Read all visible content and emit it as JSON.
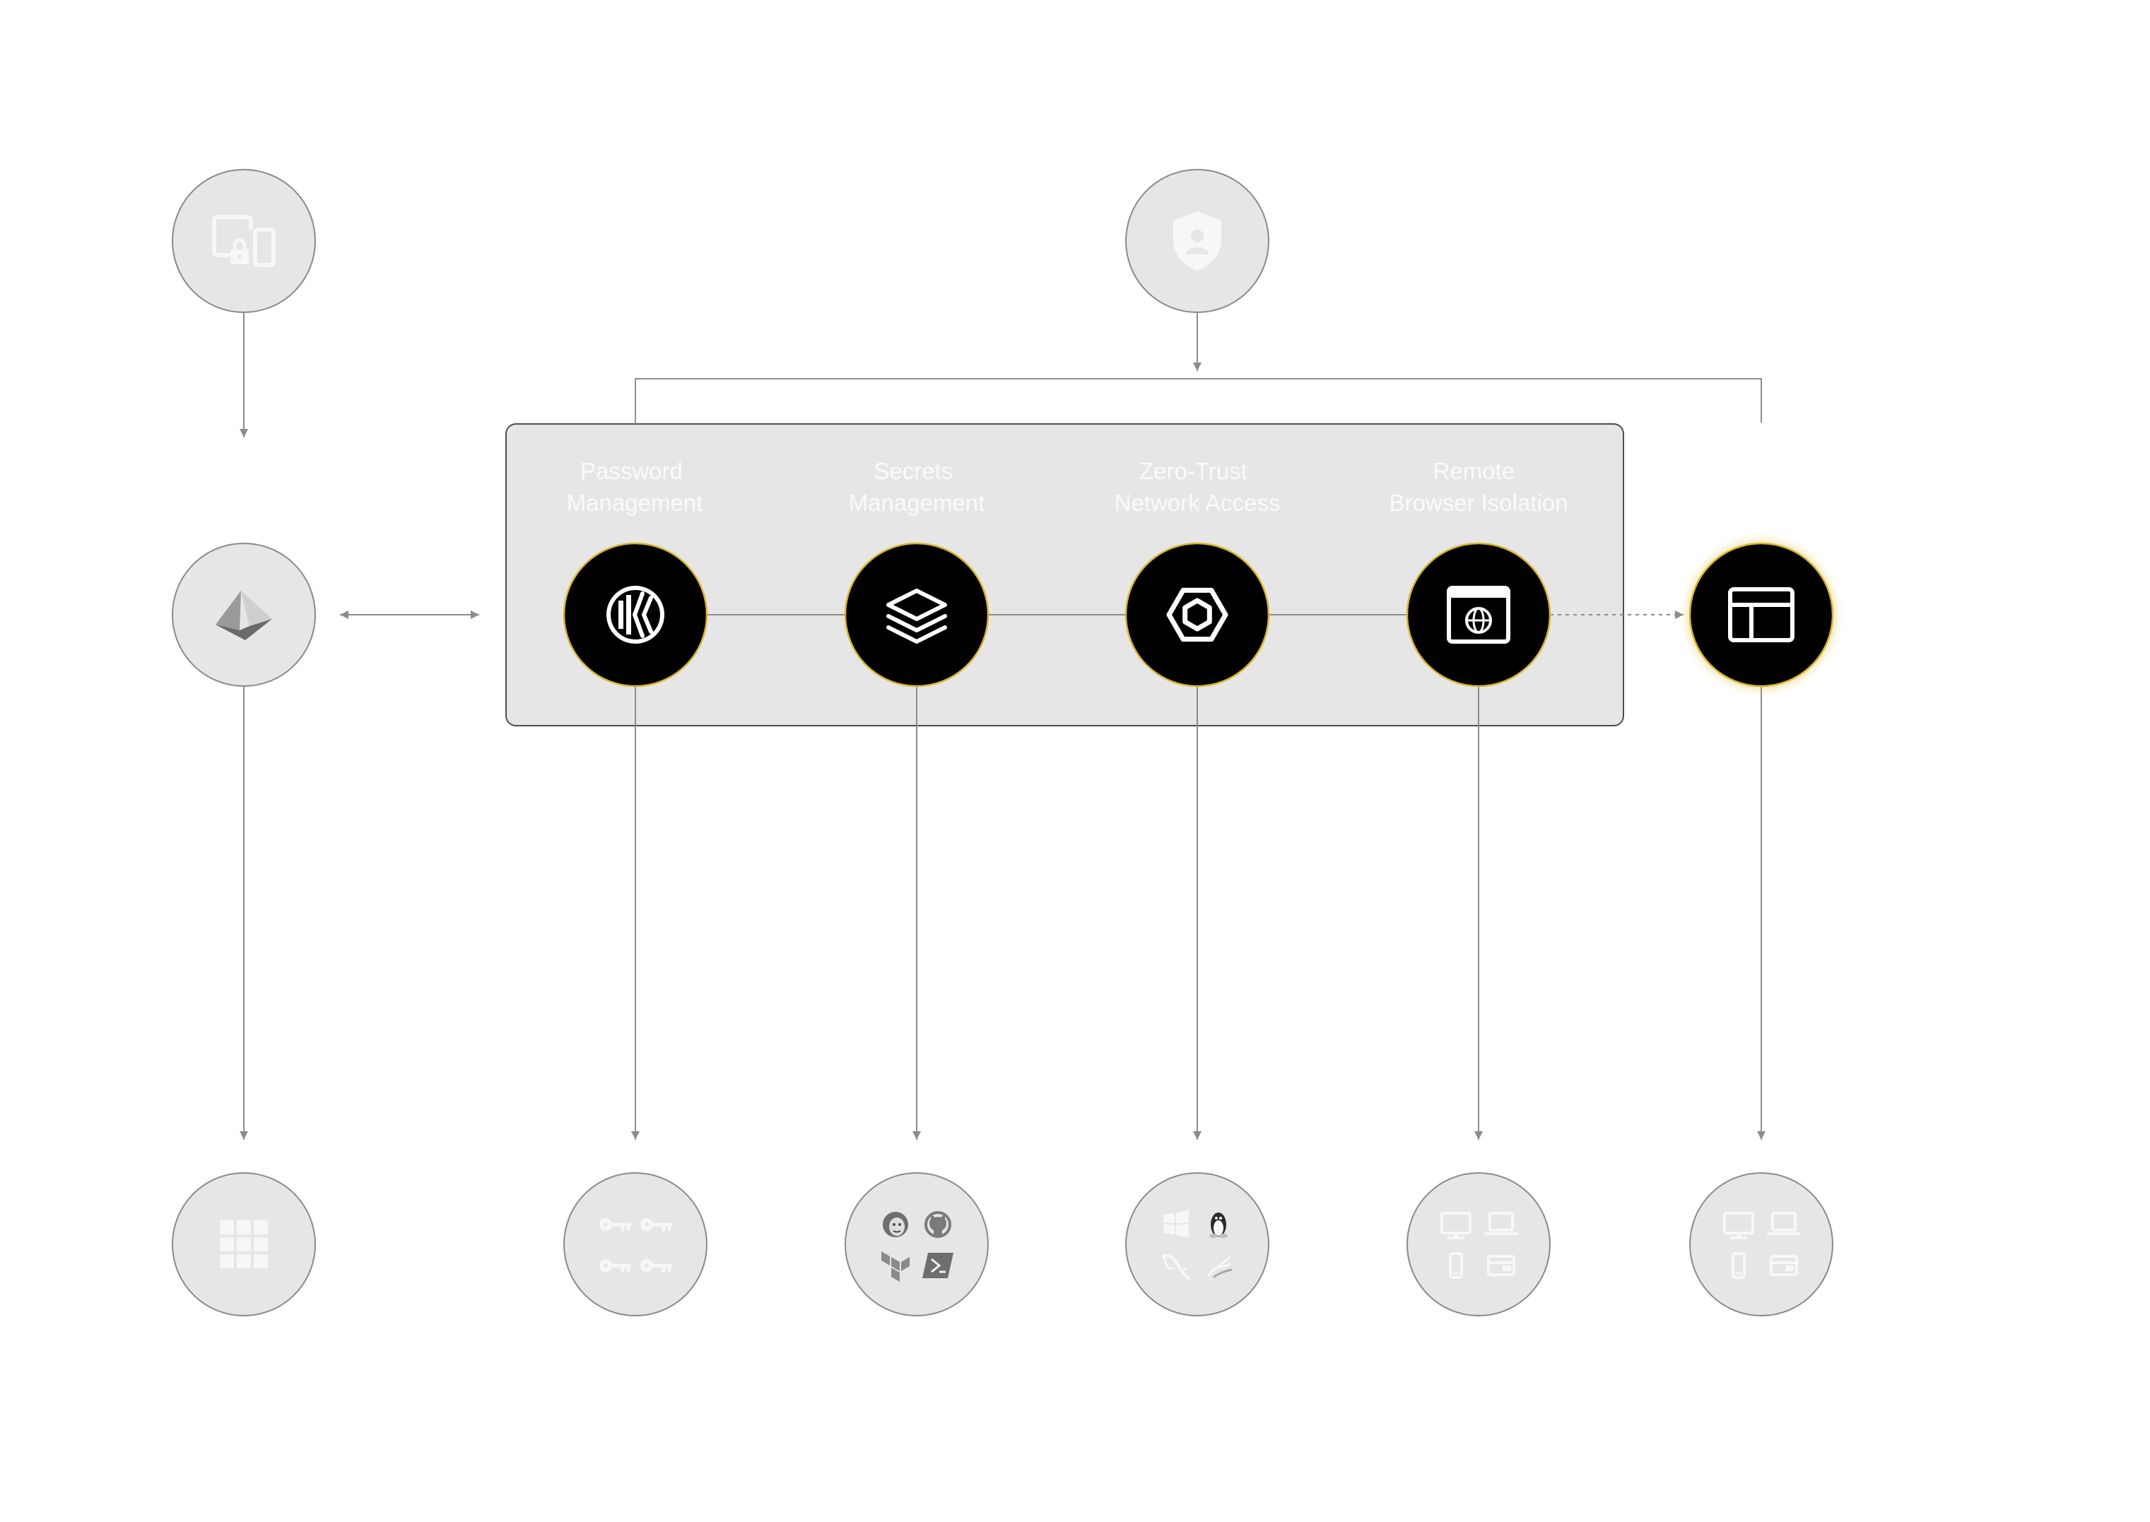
{
  "products": [
    {
      "label_line1": "Password",
      "label_line2": "Management",
      "icon": "keeper-logo-icon"
    },
    {
      "label_line1": "Secrets",
      "label_line2": "Management",
      "icon": "secrets-stack-icon"
    },
    {
      "label_line1": "Zero-Trust",
      "label_line2": "Network Access",
      "icon": "hexagon-connection-icon"
    },
    {
      "label_line1": "Remote",
      "label_line2": "Browser Isolation",
      "icon": "browser-globe-icon"
    }
  ],
  "extra_product": {
    "icon": "browser-window-icon"
  },
  "top_nodes": [
    {
      "icon": "devices-lock-icon"
    },
    {
      "icon": "shield-user-icon"
    }
  ],
  "identity_node": {
    "icon": "identity-pyramid-icon"
  },
  "bottom_nodes": [
    {
      "icons": [
        "app-grid-icon"
      ]
    },
    {
      "icons": [
        "key-icon",
        "key-icon",
        "key-icon",
        "key-icon"
      ]
    },
    {
      "icons": [
        "jenkins-icon",
        "github-icon",
        "terraform-icon",
        "powershell-icon"
      ]
    },
    {
      "icons": [
        "windows-icon",
        "linux-icon",
        "mysql-icon",
        "database-icon"
      ]
    },
    {
      "icons": [
        "desktop-icon",
        "laptop-icon",
        "mobile-icon",
        "dashboard-icon"
      ]
    },
    {
      "icons": [
        "desktop-icon",
        "laptop-icon",
        "mobile-icon",
        "dashboard-icon"
      ]
    }
  ],
  "colors": {
    "node_fill": "#e6e6e6",
    "node_stroke": "#8a8a8a",
    "product_fill": "#000000",
    "product_ring": "#d9b62a",
    "panel_fill": "#e6e6e6",
    "panel_stroke": "#4d4d4d",
    "connector": "#8c8c8c",
    "label": "#fafafa",
    "icon_light": "#f7f7f7",
    "icon_gray": "#8a8a8a"
  }
}
